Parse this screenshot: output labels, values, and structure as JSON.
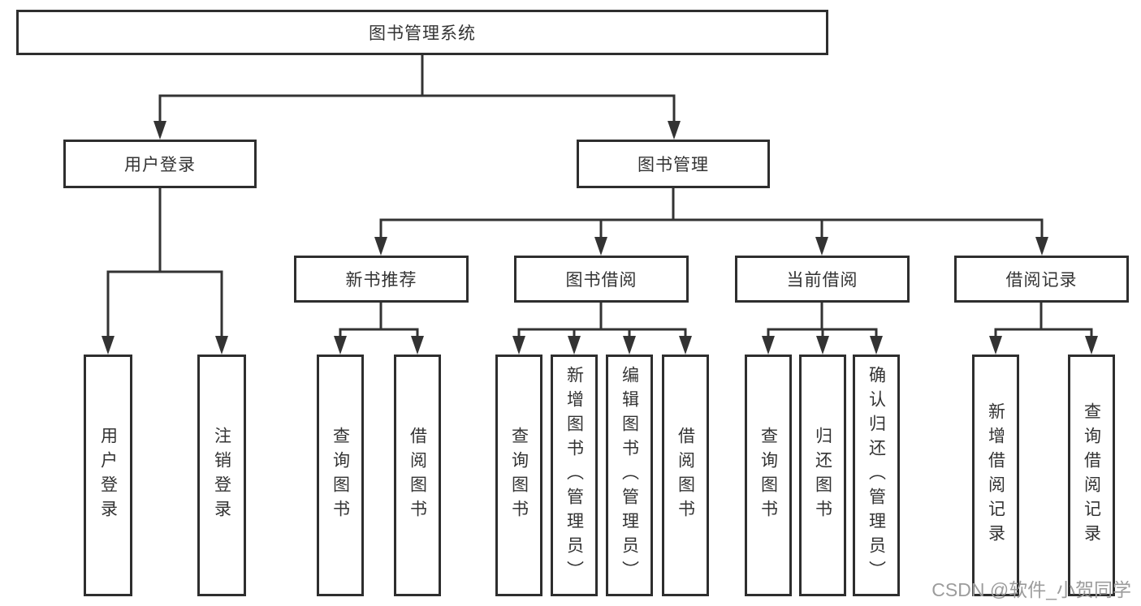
{
  "diagram": {
    "root": {
      "label": "图书管理系统"
    },
    "level2": [
      {
        "label": "用户登录"
      },
      {
        "label": "图书管理"
      }
    ],
    "level3": [
      {
        "label": "新书推荐"
      },
      {
        "label": "图书借阅"
      },
      {
        "label": "当前借阅"
      },
      {
        "label": "借阅记录"
      }
    ],
    "user_login_children": [
      "用户登录",
      "注销登录"
    ],
    "new_book_children": [
      "查询图书",
      "借阅图书"
    ],
    "book_borrow_children": [
      "查询图书",
      "新增图书（管理员）",
      "编辑图书（管理员）",
      "借阅图书"
    ],
    "current_borrow_children": [
      "查询图书",
      "归还图书",
      "确认归还（管理员）"
    ],
    "borrow_record_children": [
      "新增借阅记录",
      "查询借阅记录"
    ]
  },
  "watermark": {
    "text": "CSDN @软件_小贺同学"
  },
  "colors": {
    "line": "#333333",
    "border": "#2e2e2e",
    "text": "#333333",
    "watermark": "#9c9c9c",
    "background": "#ffffff"
  }
}
